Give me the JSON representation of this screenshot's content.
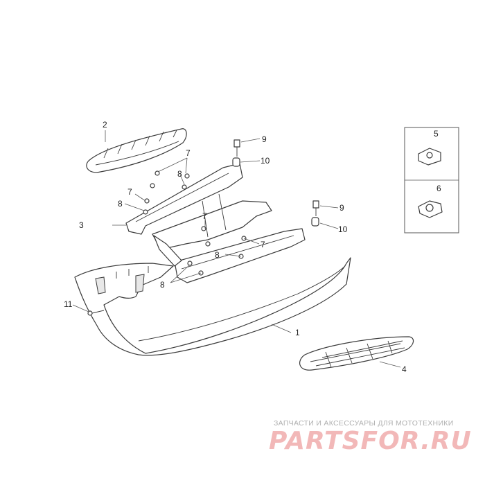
{
  "callouts": {
    "n1": "1",
    "n2": "2",
    "n3": "3",
    "n4": "4",
    "n5": "5",
    "n6": "6",
    "n7": "7",
    "n8": "8",
    "n9": "9",
    "n10": "10",
    "n11": "11"
  },
  "watermark": {
    "tagline": "ЗАПЧАСТИ И АКСЕССУАРЫ ДЛЯ МОТОТЕХНИКИ",
    "logo": "PARTSFOR.RU",
    "color": "#f2b8b8"
  }
}
